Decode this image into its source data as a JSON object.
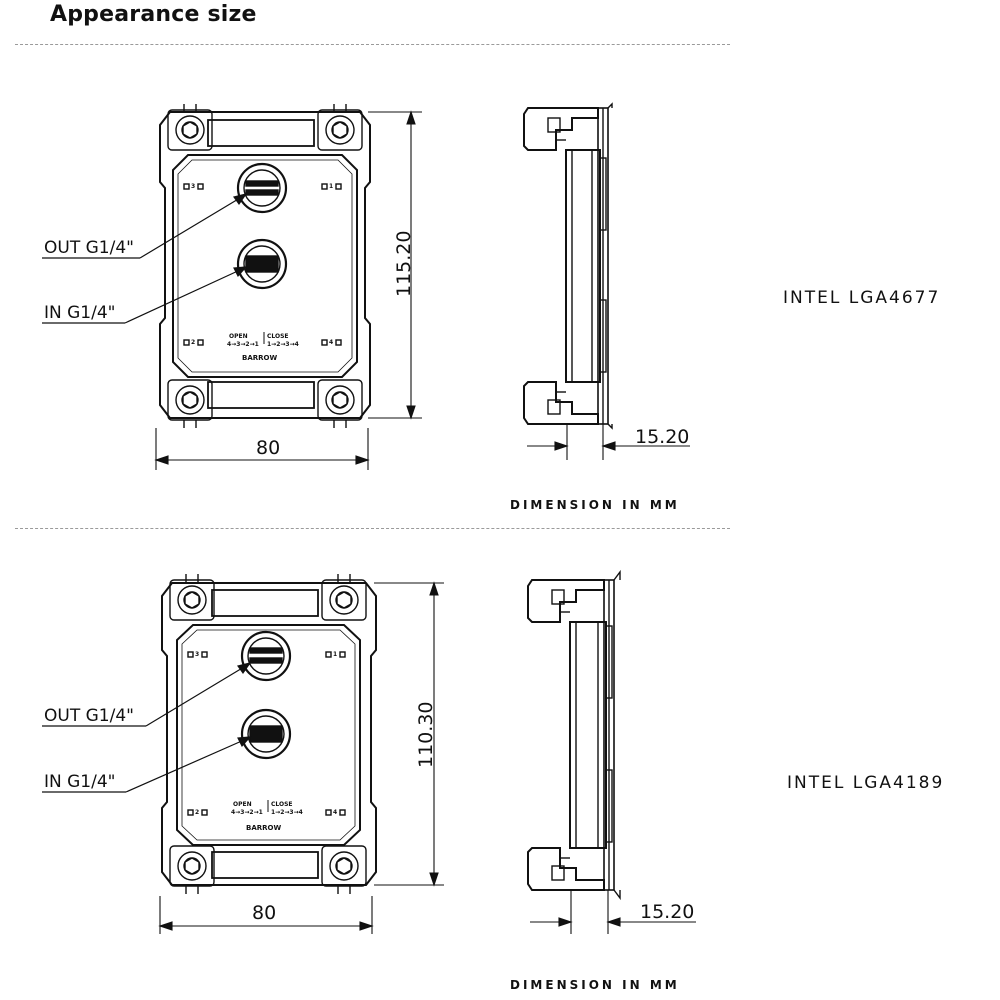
{
  "page_title": "Appearance size",
  "panels": [
    {
      "model": "INTEL LGA4677",
      "width_dim": "80",
      "height_dim": "115.20",
      "depth_dim": "15.20",
      "out_label": "OUT G1/4\"",
      "in_label": "IN G1/4\"",
      "dimension_unit": "DIMENSION IN MM",
      "marks": {
        "m1": "1",
        "m2": "2",
        "m3": "3",
        "m4": "4",
        "open": "OPEN",
        "close": "CLOSE",
        "open_seq": "4→3→2→1",
        "close_seq": "1→2→3→4",
        "brand": "BARROW"
      }
    },
    {
      "model": "INTEL LGA4189",
      "width_dim": "80",
      "height_dim": "110.30",
      "depth_dim": "15.20",
      "out_label": "OUT G1/4\"",
      "in_label": "IN G1/4\"",
      "dimension_unit": "DIMENSION IN MM",
      "marks": {
        "m1": "1",
        "m2": "2",
        "m3": "3",
        "m4": "4",
        "open": "OPEN",
        "close": "CLOSE",
        "open_seq": "4→3→2→1",
        "close_seq": "1→2→3→4",
        "brand": "BARROW"
      }
    }
  ]
}
